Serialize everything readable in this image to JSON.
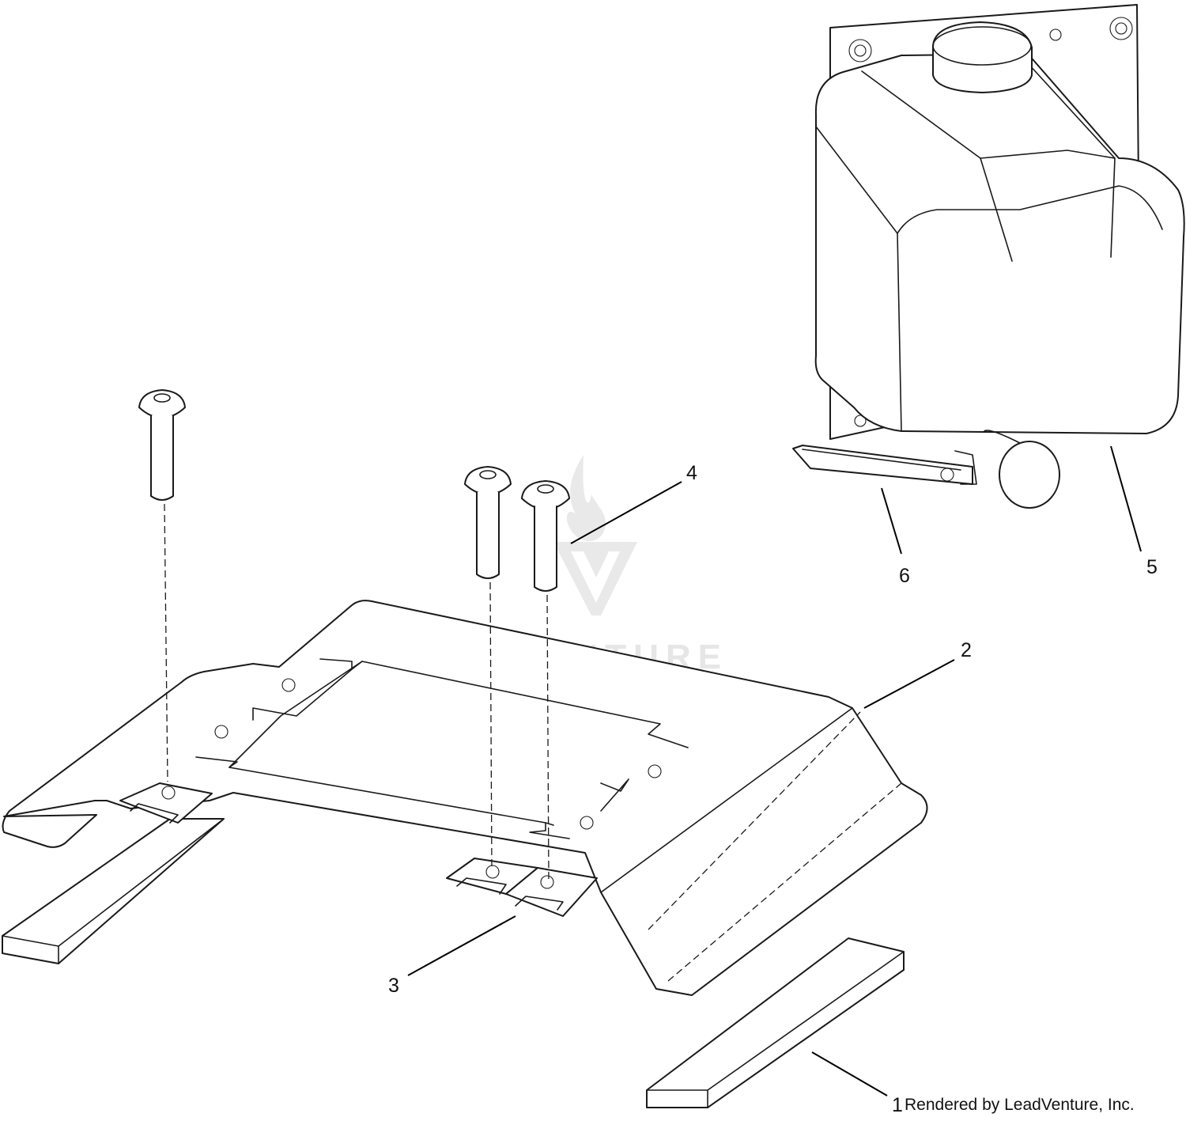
{
  "callouts": {
    "c1": "1",
    "c2": "2",
    "c3": "3",
    "c4": "4",
    "c5": "5",
    "c6": "6"
  },
  "credit": "Rendered by LeadVenture, Inc.",
  "watermark": "LEADVENTURE",
  "colors": {
    "line": "#1a1a1a",
    "watermark": "#e6e6e6",
    "background": "#ffffff"
  }
}
